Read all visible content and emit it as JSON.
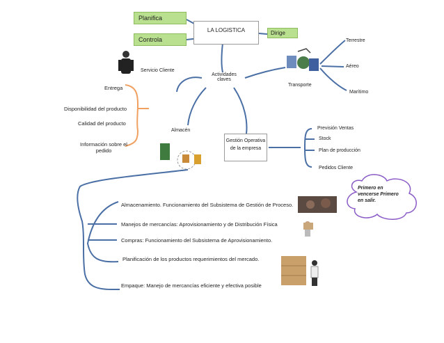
{
  "center": {
    "title": "LA LOGISTICA"
  },
  "top_boxes": {
    "planifica": "Planifica",
    "controla": "Controla",
    "dirige": "Dirige"
  },
  "actividades": "Actividades claves",
  "servicio_cliente": "Servicio Cliente",
  "left_items": [
    "Entrega",
    "Disponibilidad del producto",
    "Calidad del producto",
    "Información sobre el pedido"
  ],
  "almacen": "Almacén",
  "transporte": {
    "label": "Transporte",
    "modes": [
      "Terrestre",
      "Aéreo",
      "Marítimo"
    ]
  },
  "gestion": {
    "label": "Gestión Operativa de la empresa",
    "items": [
      "Previsión Ventas",
      "Stock",
      "Plan de producción",
      "Pedidos Cliente"
    ]
  },
  "subsystems": [
    "Almacenamiento. Funcionamiento del Subsistema de Gestión de Proceso.",
    "Manejos de mercancías: Aprovisionamiento y de Distribución Física",
    "Compras: Funcionamiento del Subsistema de Aprovisionamiento.",
    "Planificación de los productos  requerimientos del mercado.",
    "Empaque: Manejo de mercancías eficiente y efectiva posible"
  ],
  "cloud_note": "Primero en vencerse Primero en salir.",
  "colors": {
    "line": "#4a6fa5",
    "green_box": "#b9e08e",
    "bracket": "#f0a060"
  }
}
